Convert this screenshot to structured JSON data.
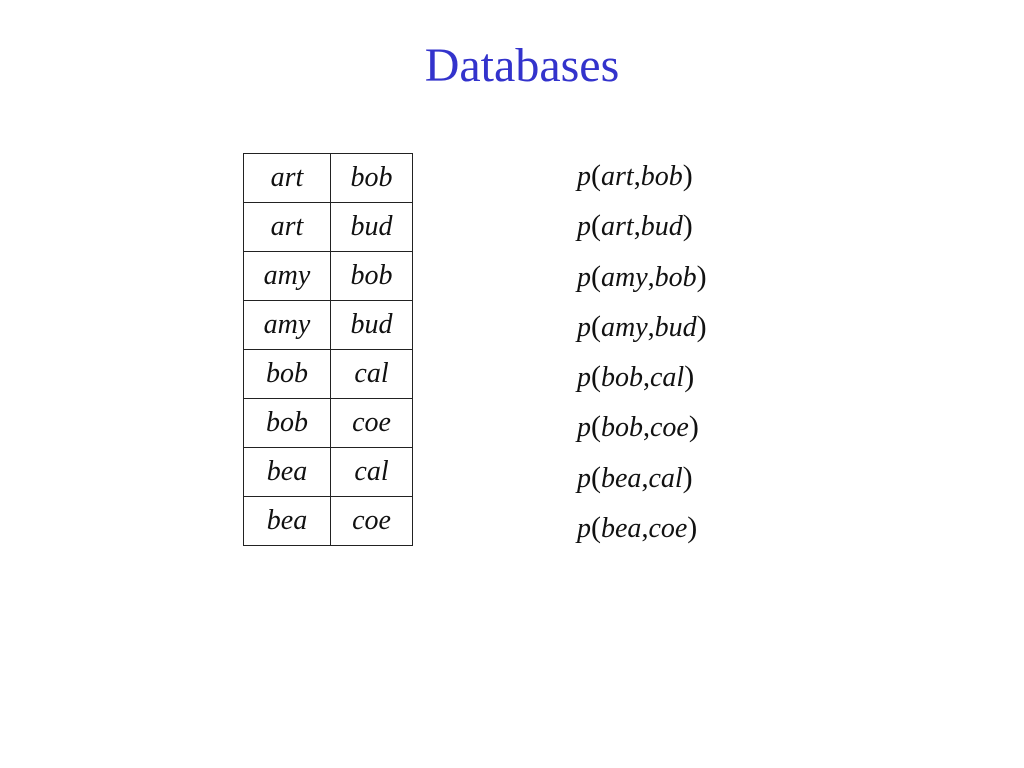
{
  "slide": {
    "title": "Databases"
  },
  "table": {
    "rows": [
      [
        "art",
        "bob"
      ],
      [
        "art",
        "bud"
      ],
      [
        "amy",
        "bob"
      ],
      [
        "amy",
        "bud"
      ],
      [
        "bob",
        "cal"
      ],
      [
        "bob",
        "coe"
      ],
      [
        "bea",
        "cal"
      ],
      [
        "bea",
        "coe"
      ]
    ]
  },
  "facts": {
    "predicate": "p",
    "items": [
      [
        "art",
        "bob"
      ],
      [
        "art",
        "bud"
      ],
      [
        "amy",
        "bob"
      ],
      [
        "amy",
        "bud"
      ],
      [
        "bob",
        "cal"
      ],
      [
        "bob",
        "coe"
      ],
      [
        "bea",
        "cal"
      ],
      [
        "bea",
        "coe"
      ]
    ]
  },
  "colors": {
    "title": "#3333cc",
    "text": "#111111",
    "border": "#222222"
  }
}
